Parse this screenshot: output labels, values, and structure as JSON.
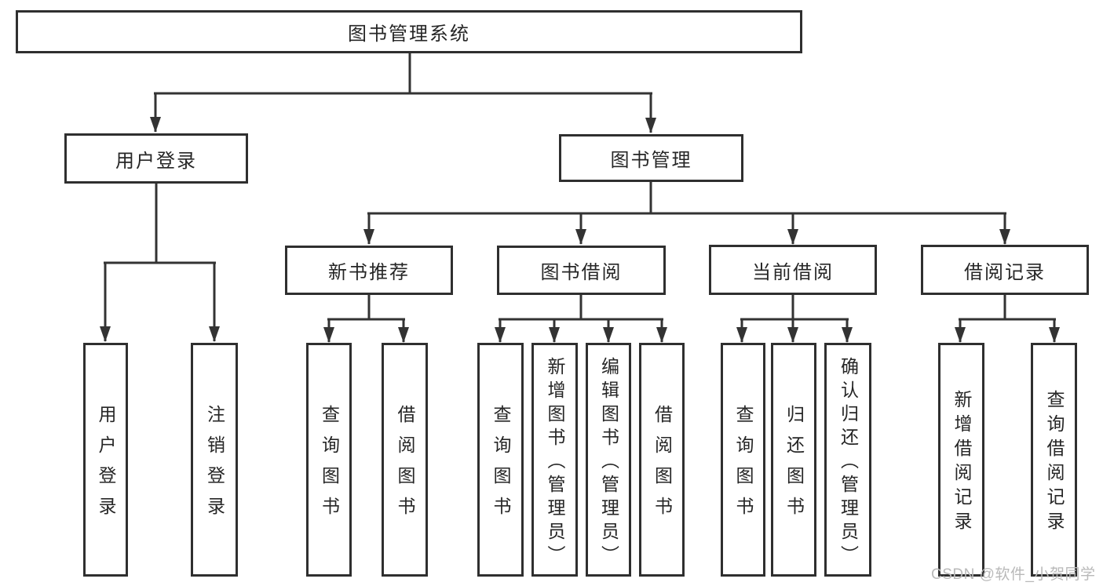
{
  "diagram_title": "图书管理系统",
  "tree": {
    "label": "图书管理系统",
    "children": [
      {
        "label": "用户登录",
        "children": [
          {
            "label": "用户登录"
          },
          {
            "label": "注销登录"
          }
        ]
      },
      {
        "label": "图书管理",
        "children": [
          {
            "label": "新书推荐",
            "children": [
              {
                "label": "查询图书"
              },
              {
                "label": "借阅图书"
              }
            ]
          },
          {
            "label": "图书借阅",
            "children": [
              {
                "label": "查询图书"
              },
              {
                "label": "新增图书（管理员）"
              },
              {
                "label": "编辑图书（管理员）"
              },
              {
                "label": "借阅图书"
              }
            ]
          },
          {
            "label": "当前借阅",
            "children": [
              {
                "label": "查询图书"
              },
              {
                "label": "归还图书"
              },
              {
                "label": "确认归还（管理员）"
              }
            ]
          },
          {
            "label": "借阅记录",
            "children": [
              {
                "label": "新增借阅记录"
              },
              {
                "label": "查询借阅记录"
              }
            ]
          }
        ]
      }
    ]
  },
  "watermark": "CSDN @软件_小贺同学",
  "colors": {
    "line": "#333333",
    "border": "#2f2f2f",
    "fill": "#ffffff",
    "text": "#262626",
    "watermark": "#b9b9b9"
  }
}
